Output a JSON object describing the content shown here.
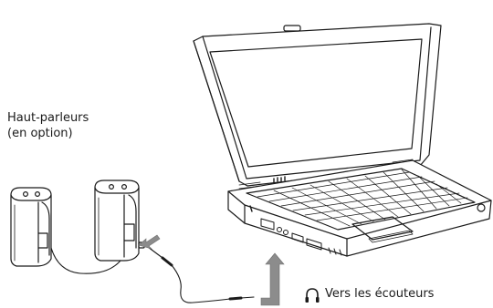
{
  "labels": {
    "speakers_line1": "Haut-parleurs",
    "speakers_line2": "(en option)",
    "headphones": "Vers les écouteurs"
  },
  "icons": {
    "headphones": "headphones-icon"
  },
  "colors": {
    "outline": "#1a1a1a",
    "arrow_fill": "#8c8c8c",
    "screen": "#ffffff"
  }
}
